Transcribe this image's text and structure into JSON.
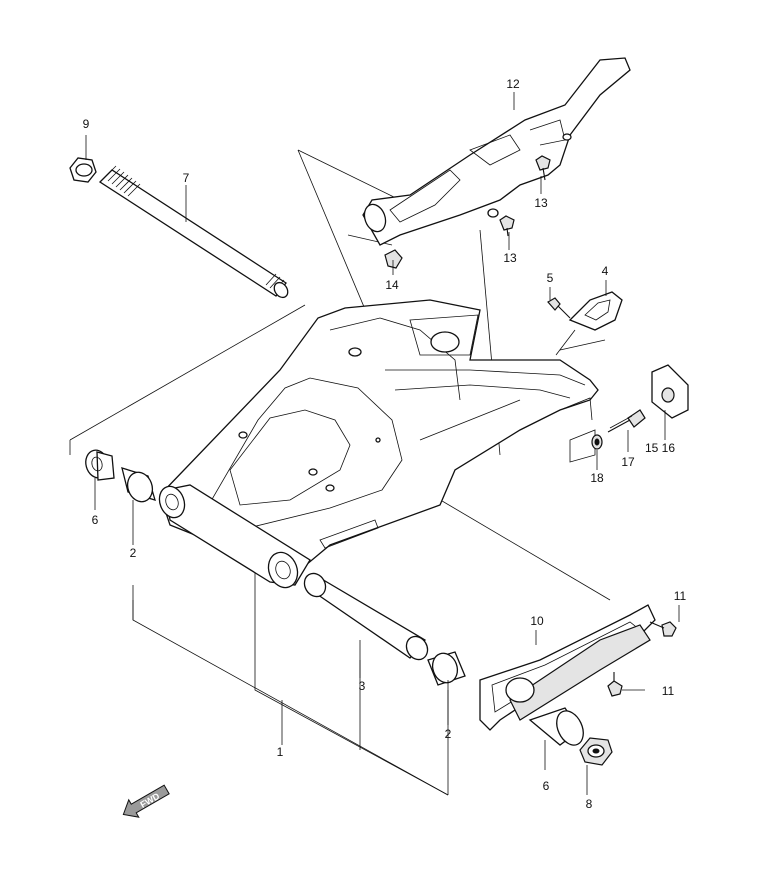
{
  "callouts": {
    "c1": "1",
    "c2a": "2",
    "c2b": "2",
    "c3": "3",
    "c4": "4",
    "c5": "5",
    "c6a": "6",
    "c6b": "6",
    "c7": "7",
    "c8": "8",
    "c9": "9",
    "c10": "10",
    "c11a": "11",
    "c11b": "11",
    "c12": "12",
    "c13a": "13",
    "c13b": "13",
    "c14": "14",
    "c15_16": "15 16",
    "c17": "17",
    "c18": "18"
  },
  "fwd_label": "FWD"
}
